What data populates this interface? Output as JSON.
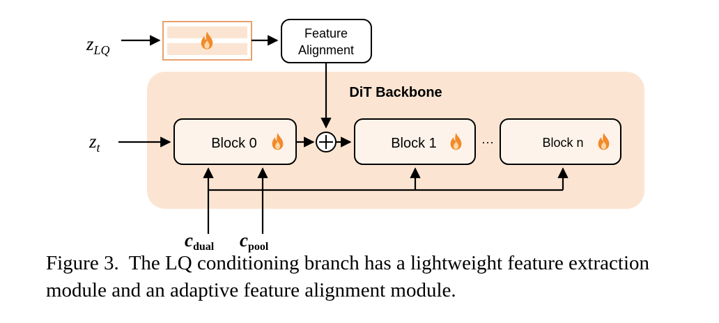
{
  "inputs": {
    "z_lq": {
      "base": "z",
      "sub": "LQ"
    },
    "z_t": {
      "base": "z",
      "sub": "t"
    },
    "c_dual": {
      "base": "c",
      "sub": "dual"
    },
    "c_pool": {
      "base": "c",
      "sub": "pool"
    }
  },
  "feature_alignment": {
    "line1": "Feature",
    "line2": "Alignment"
  },
  "backbone": {
    "title": "DiT Backbone"
  },
  "blocks": [
    {
      "label": "Block 0"
    },
    {
      "label": "Block 1"
    },
    {
      "label": "Block n"
    }
  ],
  "ellipsis": "···",
  "caption": {
    "prefix": "Figure 3.",
    "text": "The LQ conditioning branch has a lightweight feature extraction module and an adaptive feature alignment module."
  },
  "colors": {
    "backbone_fill": "#fbe5d2",
    "extractor_border": "#e8a06a",
    "extractor_fill": "#fbe5d2",
    "flame_outer": "#f28a2a",
    "flame_inner": "#fbd7a8",
    "block_fill": "#fdf3ea"
  },
  "icons": {
    "trainable": "flame-icon",
    "sum": "circled-plus-icon"
  }
}
